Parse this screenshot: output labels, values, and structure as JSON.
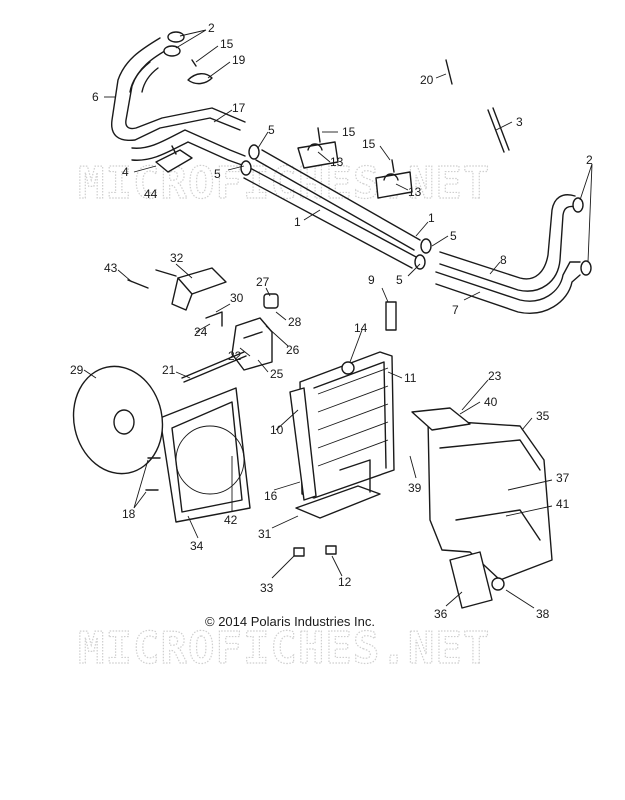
{
  "copyright": "© 2014 Polaris Industries Inc.",
  "watermark": "MICROFICHES.NET",
  "callouts": [
    "2",
    "15",
    "19",
    "6",
    "17",
    "5",
    "15",
    "15",
    "13",
    "5",
    "13",
    "4",
    "44",
    "1",
    "1",
    "5",
    "5",
    "20",
    "3",
    "2",
    "8",
    "7",
    "9",
    "32",
    "43",
    "27",
    "30",
    "28",
    "24",
    "26",
    "22",
    "25",
    "14",
    "11",
    "21",
    "29",
    "23",
    "40",
    "35",
    "10",
    "37",
    "39",
    "41",
    "16",
    "18",
    "42",
    "31",
    "34",
    "33",
    "12",
    "36",
    "38"
  ]
}
